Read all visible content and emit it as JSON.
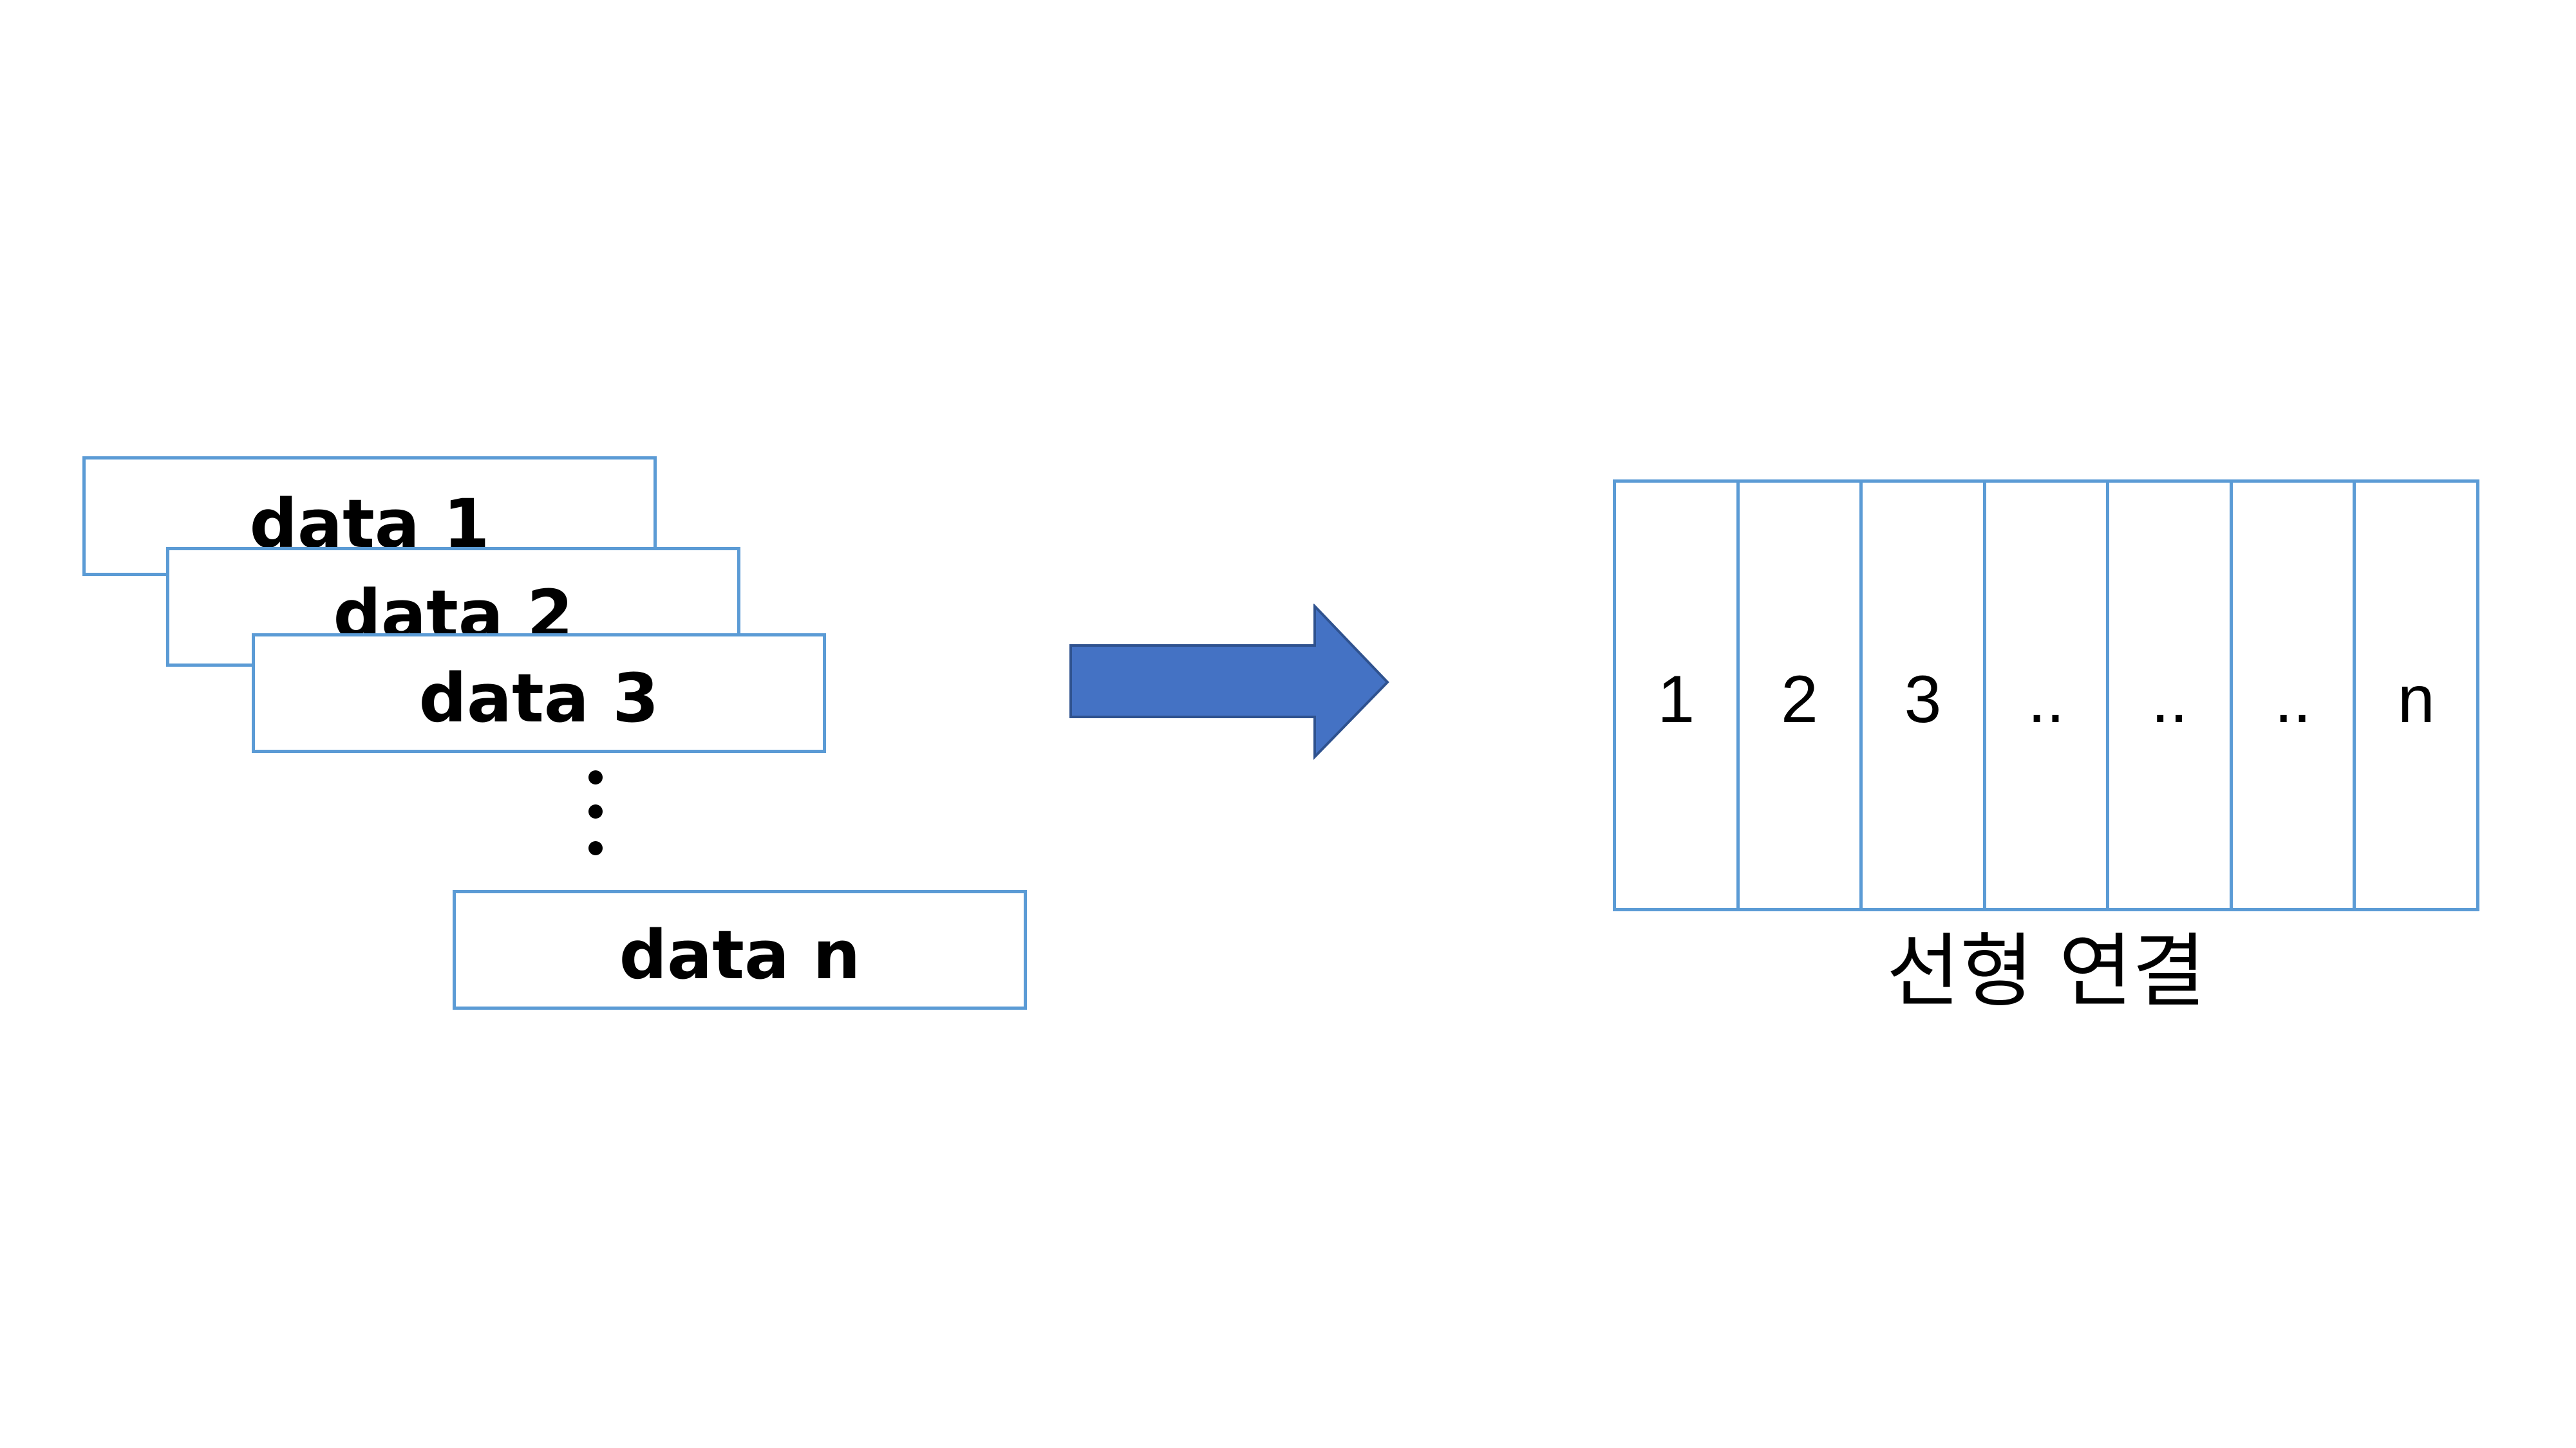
{
  "stack": {
    "boxes": [
      {
        "label": "data 1"
      },
      {
        "label": "data 2"
      },
      {
        "label": "data 3"
      }
    ],
    "last_box": {
      "label": "data n"
    }
  },
  "arrow": {
    "color": "#4472c4",
    "icon": "right-arrow-icon"
  },
  "array": {
    "cells": [
      "1",
      "2",
      "3",
      "..",
      "..",
      "..",
      "n"
    ],
    "caption": "선형 연결"
  },
  "colors": {
    "box_border": "#5b9bd5",
    "arrow_fill": "#4472c4",
    "arrow_stroke": "#2f528f"
  }
}
